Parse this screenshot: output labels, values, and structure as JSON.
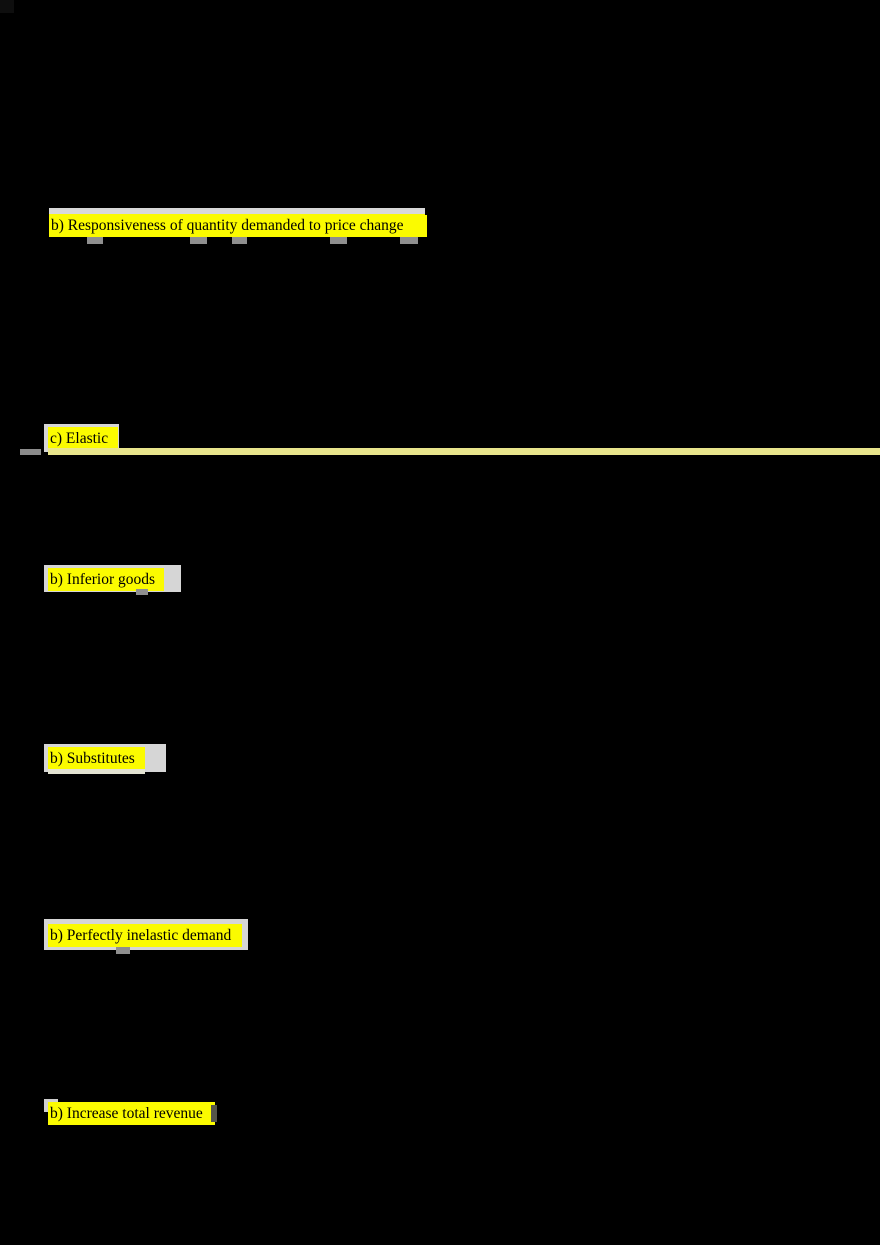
{
  "document": {
    "description_colors": {
      "background": "#000000",
      "highlight_yellow": "#fbfb00",
      "pale_yellow_bar": "#e9e58c",
      "surround_gray": "#d6d6d6",
      "text": "#000000"
    },
    "answers": [
      {
        "label": "b) Responsiveness of quantity demanded to price change"
      },
      {
        "label": "c) Elastic"
      },
      {
        "label": "b) Inferior goods"
      },
      {
        "label": "b) Substitutes"
      },
      {
        "label": "b) Perfectly inelastic demand"
      },
      {
        "label": "b) Increase total revenue"
      }
    ]
  }
}
